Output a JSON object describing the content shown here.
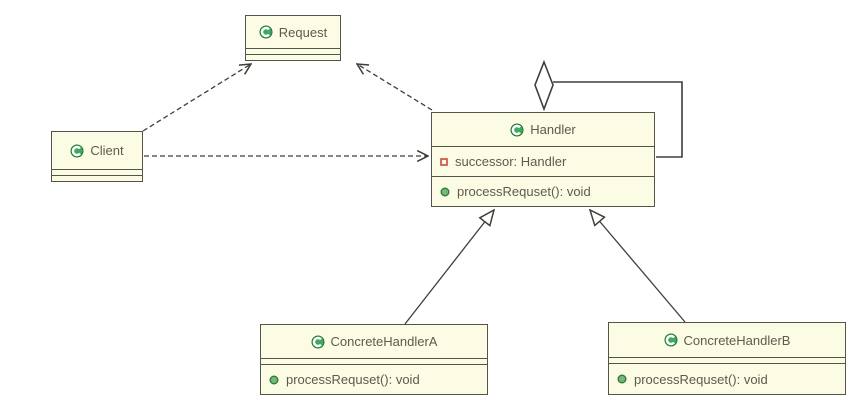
{
  "uml": {
    "diagram_kind": "class-diagram",
    "colors": {
      "background": "#FFFFFF",
      "box_fill": "#FCFCE4",
      "box_border": "#55544A",
      "text": "#5C5B4D",
      "edge_line": "#3F3F38",
      "class_icon_green": "#3FAA5F",
      "class_icon_ring": "#20713B",
      "attribute_icon_red": "#C84B38",
      "method_icon_green": "#74B976",
      "method_icon_ring": "#2F7A3F"
    },
    "icons": {
      "class": "green-circle-c-icon",
      "private_attribute": "red-square-outline-icon",
      "public_method": "green-filled-circle-icon"
    },
    "classes": [
      {
        "id": "request",
        "name": "Request",
        "attributes": [],
        "methods": []
      },
      {
        "id": "client",
        "name": "Client",
        "attributes": [],
        "methods": []
      },
      {
        "id": "handler",
        "name": "Handler",
        "attributes": [
          "successor: Handler"
        ],
        "methods": [
          "processRequset(): void"
        ]
      },
      {
        "id": "concrete-handler-a",
        "name": "ConcreteHandlerA",
        "attributes": [],
        "methods": [
          "processRequset(): void"
        ]
      },
      {
        "id": "concrete-handler-b",
        "name": "ConcreteHandlerB",
        "attributes": [],
        "methods": [
          "processRequset(): void"
        ]
      }
    ],
    "relationships": [
      {
        "type": "dependency",
        "style": "dashed-open-arrow",
        "from": "Client",
        "to": "Request"
      },
      {
        "type": "dependency",
        "style": "dashed-open-arrow",
        "from": "Handler",
        "to": "Request"
      },
      {
        "type": "dependency",
        "style": "dashed-open-arrow",
        "from": "Client",
        "to": "Handler"
      },
      {
        "type": "generalization",
        "style": "solid-hollow-triangle",
        "from": "ConcreteHandlerA",
        "to": "Handler"
      },
      {
        "type": "generalization",
        "style": "solid-hollow-triangle",
        "from": "ConcreteHandlerB",
        "to": "Handler"
      },
      {
        "type": "aggregation",
        "style": "hollow-diamond-self-loop",
        "from": "Handler",
        "to": "Handler"
      }
    ]
  }
}
